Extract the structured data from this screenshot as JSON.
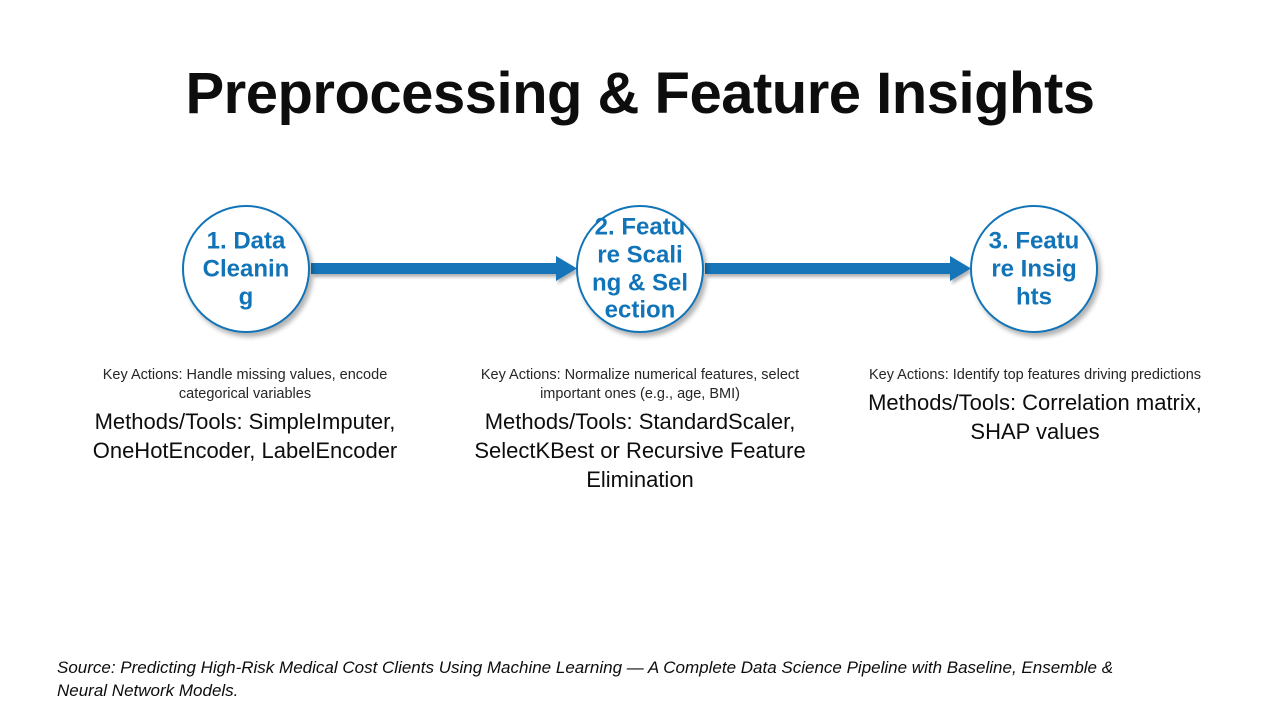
{
  "slide": {
    "title": "Preprocessing & Feature Insights",
    "background_color": "#ffffff",
    "accent_color": "#1274b8",
    "text_color": "#0d0d0d"
  },
  "diagram": {
    "type": "horizontal-process-flow",
    "steps": [
      {
        "id": 1,
        "circle_label": "1. Data Cleaning",
        "key_actions": "Key Actions: Handle missing values, encode categorical variables",
        "methods": "Methods/Tools: SimpleImputer, OneHotEncoder, LabelEncoder"
      },
      {
        "id": 2,
        "circle_label": "2. Feature Scaling & Selection",
        "key_actions": "Key Actions: Normalize numerical features, select important ones (e.g., age, BMI)",
        "methods": "Methods/Tools: StandardScaler, SelectKBest or Recursive Feature Elimination"
      },
      {
        "id": 3,
        "circle_label": "3. Feature Insights",
        "key_actions": "Key Actions: Identify top features driving predictions",
        "methods": "Methods/Tools: Correlation matrix, SHAP values"
      }
    ],
    "connectors": [
      {
        "from": 1,
        "to": 2,
        "style": "arrow-right",
        "color": "#1274b8"
      },
      {
        "from": 2,
        "to": 3,
        "style": "arrow-right",
        "color": "#1274b8"
      }
    ]
  },
  "source": {
    "text": "Source: Predicting High-Risk Medical Cost Clients Using Machine Learning — A Complete Data Science Pipeline with Baseline, Ensemble & Neural Network Models."
  }
}
